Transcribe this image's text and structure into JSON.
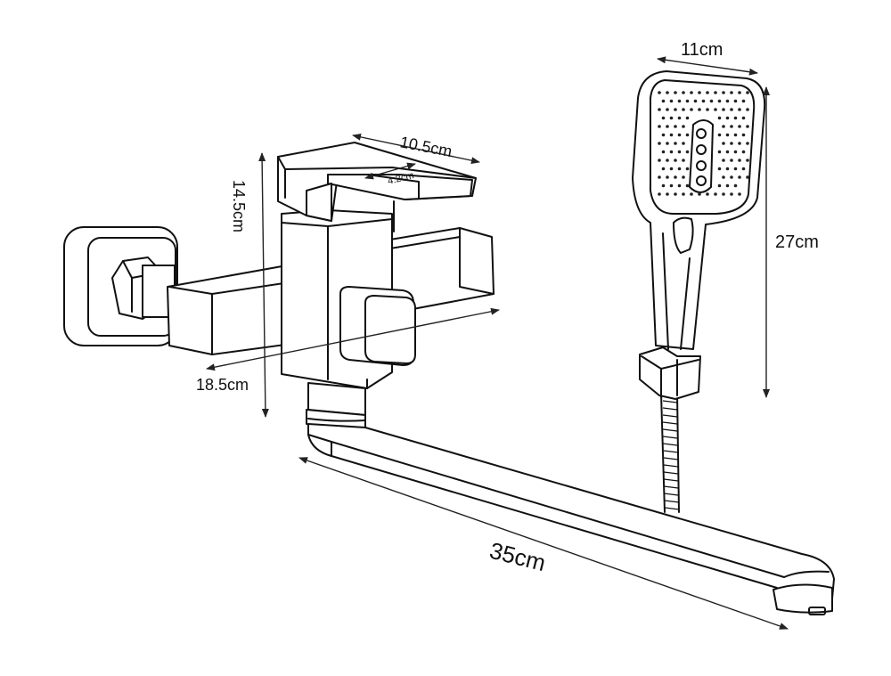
{
  "dimensions": {
    "handle_length": "10.5cm",
    "handle_width": "4.2cm",
    "body_height": "14.5cm",
    "body_width": "18.5cm",
    "spout_length": "35cm",
    "shower_head_width": "11cm",
    "shower_head_length": "27cm"
  }
}
